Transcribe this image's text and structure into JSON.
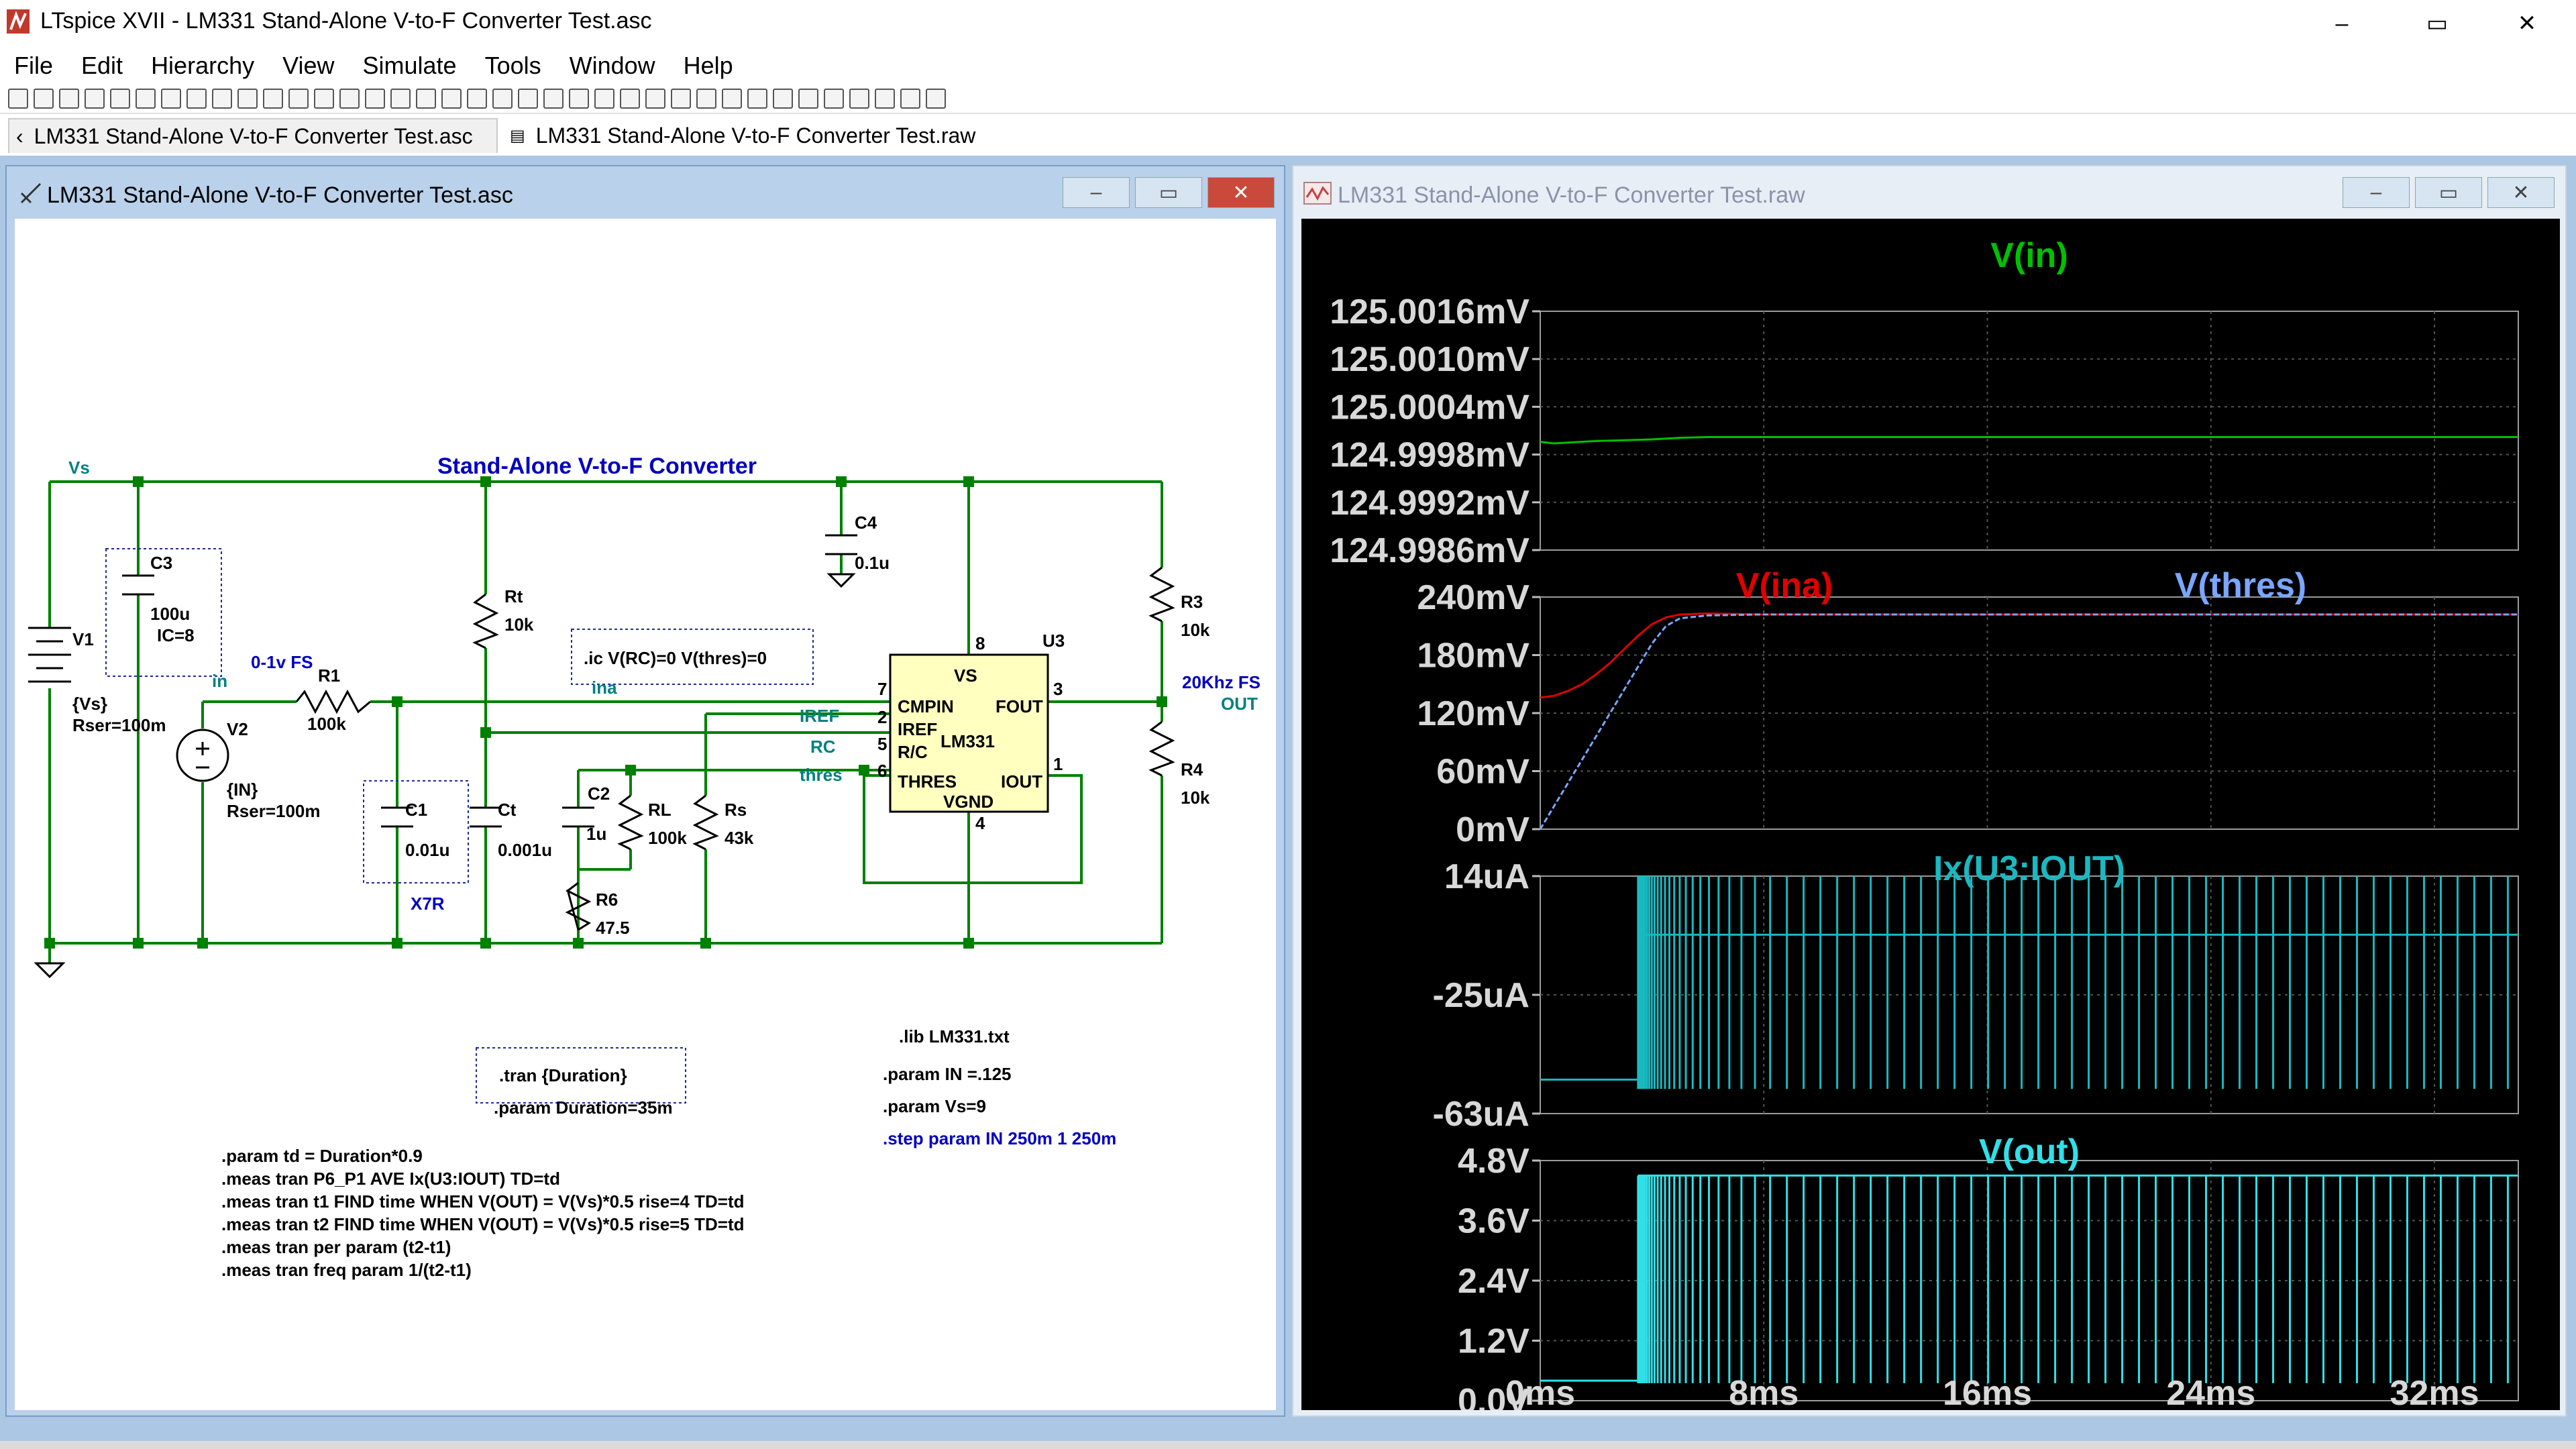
{
  "window": {
    "title": "LTspice XVII - LM331 Stand-Alone V-to-F Converter Test.asc",
    "minimize": "–",
    "maximize": "▭",
    "close": "✕"
  },
  "menu": [
    "File",
    "Edit",
    "Hierarchy",
    "View",
    "Simulate",
    "Tools",
    "Window",
    "Help"
  ],
  "tabs": [
    {
      "label": "LM331 Stand-Alone V-to-F Converter Test.asc",
      "icon": "schematic-icon"
    },
    {
      "label": "LM331 Stand-Alone V-to-F Converter Test.raw",
      "icon": "waveform-icon"
    }
  ],
  "schematic": {
    "window_title": "LM331 Stand-Alone V-to-F Converter Test.asc",
    "title": "Stand-Alone V-to-F Converter",
    "labels": {
      "vs": "Vs",
      "in": "in",
      "ina": "ina",
      "iref": "IREF",
      "rc": "RC",
      "thres": "thres",
      "fs_in": "0-1v FS",
      "fs_out": "20Khz FS",
      "out": "OUT",
      "x7r": "X7R"
    },
    "components": {
      "v1": "V1",
      "v1_val": "{Vs}",
      "v1_rser": "Rser=100m",
      "v2": "V2",
      "v2_val": "{IN}",
      "v2_rser": "Rser=100m",
      "c3": "C3",
      "c3_val": "100u",
      "c3_ic": "IC=8",
      "r1": "R1",
      "r1_val": "100k",
      "rt": "Rt",
      "rt_val": "10k",
      "c1": "C1",
      "c1_val": "0.01u",
      "ct": "Ct",
      "ct_val": "0.001u",
      "c2": "C2",
      "c2_val": "1u",
      "rl": "RL",
      "rl_val": "100k",
      "rs": "Rs",
      "rs_val": "43k",
      "r6": "R6",
      "r6_val": "47.5",
      "c4": "C4",
      "c4_val": "0.1u",
      "r3": "R3",
      "r3_val": "10k",
      "r4": "R4",
      "r4_val": "10k",
      "u3": "U3",
      "u3_part": "LM331",
      "pins": {
        "vs": "VS",
        "cmpin": "CMPIN",
        "iref": "IREF",
        "rc": "R/C",
        "thres": "THRES",
        "fout": "FOUT",
        "iout": "IOUT",
        "vgnd": "VGND"
      },
      "pin_nums": {
        "p8": "8",
        "p7": "7",
        "p2": "2",
        "p5": "5",
        "p6": "6",
        "p3": "3",
        "p1": "1",
        "p4": "4"
      }
    },
    "directives": {
      "ic": ".ic V(RC)=0 V(thres)=0",
      "tran": ".tran {Duration}",
      "duration": ".param Duration=35m",
      "lib": ".lib LM331.txt",
      "in": ".param IN =.125",
      "vs": ".param Vs=9",
      "step": ".step param IN 250m 1 250m",
      "meas": [
        ".param td = Duration*0.9",
        ".meas tran P6_P1 AVE Ix(U3:IOUT) TD=td",
        ".meas tran t1 FIND time WHEN V(OUT) = V(Vs)*0.5 rise=4 TD=td",
        ".meas tran t2 FIND time WHEN V(OUT) = V(Vs)*0.5 rise=5 TD=td",
        ".meas tran per param (t2-t1)",
        ".meas tran freq param 1/(t2-t1)"
      ]
    }
  },
  "waveform": {
    "window_title": "LM331 Stand-Alone V-to-F Converter Test.raw",
    "xticks": [
      "0ms",
      "8ms",
      "16ms",
      "24ms",
      "32ms"
    ],
    "colors": {
      "vin": "#00c000",
      "vina": "#e00000",
      "vthres": "#7aa6ff",
      "iout": "#1ab8c0",
      "vout": "#30e0e8",
      "grid": "#4a5a4a"
    }
  },
  "chart_data": [
    {
      "type": "line",
      "title": "V(in)",
      "yticks": [
        "125.0016mV",
        "125.0010mV",
        "125.0004mV",
        "124.9998mV",
        "124.9992mV",
        "124.9986mV"
      ],
      "ylim": [
        124.9986,
        125.0016
      ],
      "xlim": [
        0,
        35
      ],
      "series": [
        {
          "name": "V(in)",
          "x": [
            0,
            0.5,
            1,
            2,
            3,
            4,
            5,
            6,
            8,
            35
          ],
          "y": [
            124.99996,
            124.99994,
            124.99995,
            124.99997,
            124.99998,
            124.99999,
            125.00001,
            125.00002,
            125.00002,
            125.00002
          ]
        }
      ]
    },
    {
      "type": "line",
      "title": "",
      "yticks": [
        "240mV",
        "180mV",
        "120mV",
        "60mV",
        "0mV"
      ],
      "ylim": [
        0,
        240
      ],
      "xlim": [
        0,
        35
      ],
      "series": [
        {
          "name": "V(ina)",
          "x": [
            0,
            0.5,
            1,
            1.5,
            2,
            2.5,
            3,
            3.5,
            4,
            4.5,
            5,
            6,
            8,
            35
          ],
          "y": [
            136,
            138,
            143,
            150,
            160,
            172,
            186,
            200,
            212,
            219,
            222,
            223,
            222,
            222
          ]
        },
        {
          "name": "V(thres)",
          "x": [
            0,
            0.5,
            1,
            1.5,
            2,
            2.5,
            3,
            3.5,
            4,
            4.5,
            5,
            6,
            8,
            35
          ],
          "y": [
            0,
            24,
            48,
            72,
            96,
            120,
            144,
            168,
            192,
            210,
            218,
            221,
            222,
            222
          ]
        }
      ]
    },
    {
      "type": "line",
      "title": "Ix(U3:IOUT)",
      "yticks": [
        "14uA",
        "-25uA",
        "-63uA"
      ],
      "ylim": [
        -63,
        14
      ],
      "xlim": [
        0,
        35
      ],
      "series": [
        {
          "name": "Ix(U3:IOUT)",
          "x": [
            0,
            3.5,
            3.5,
            35
          ],
          "y": [
            -52,
            -52,
            -5,
            -5
          ]
        }
      ]
    },
    {
      "type": "line",
      "title": "V(out)",
      "yticks": [
        "4.8V",
        "3.6V",
        "2.4V",
        "1.2V",
        "0.0V"
      ],
      "ylim": [
        0,
        4.8
      ],
      "xlim": [
        0,
        35
      ],
      "series": [
        {
          "name": "V(out)",
          "x": [
            0,
            3.5,
            3.5,
            35
          ],
          "y": [
            0.4,
            0.4,
            4.5,
            4.5
          ]
        }
      ]
    }
  ]
}
